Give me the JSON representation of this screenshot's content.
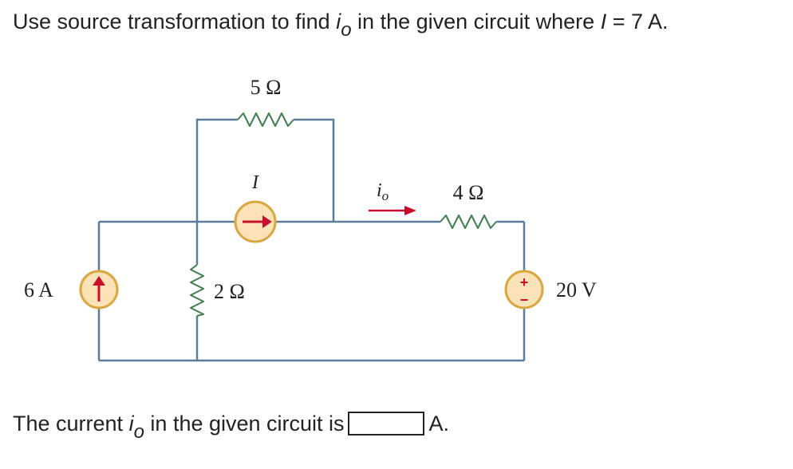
{
  "question": {
    "prefix": "Use source transformation to find ",
    "var_i": "i",
    "var_sub": "o",
    "middle": " in the given circuit where ",
    "var_I": "I",
    "suffix": " = 7 A."
  },
  "circuit": {
    "r5_label": "5 Ω",
    "current_source_label": "I",
    "io_label": "i",
    "io_sub": "o",
    "r4_label": "4 Ω",
    "source_6a_label": "6 A",
    "r2_label": "2 Ω",
    "source_20v_label": "20 V",
    "plus_sign": "+",
    "minus_sign": "−",
    "colors": {
      "wire": "#5b7d99",
      "resistor": "#3f7f52",
      "source_fill": "#fbe3b7",
      "source_stroke": "#d9a640",
      "arrow": "#c8102e"
    }
  },
  "answer": {
    "prefix": "The current ",
    "var_i": "i",
    "var_sub": "o",
    "middle": " in the given circuit is",
    "unit": "A."
  }
}
